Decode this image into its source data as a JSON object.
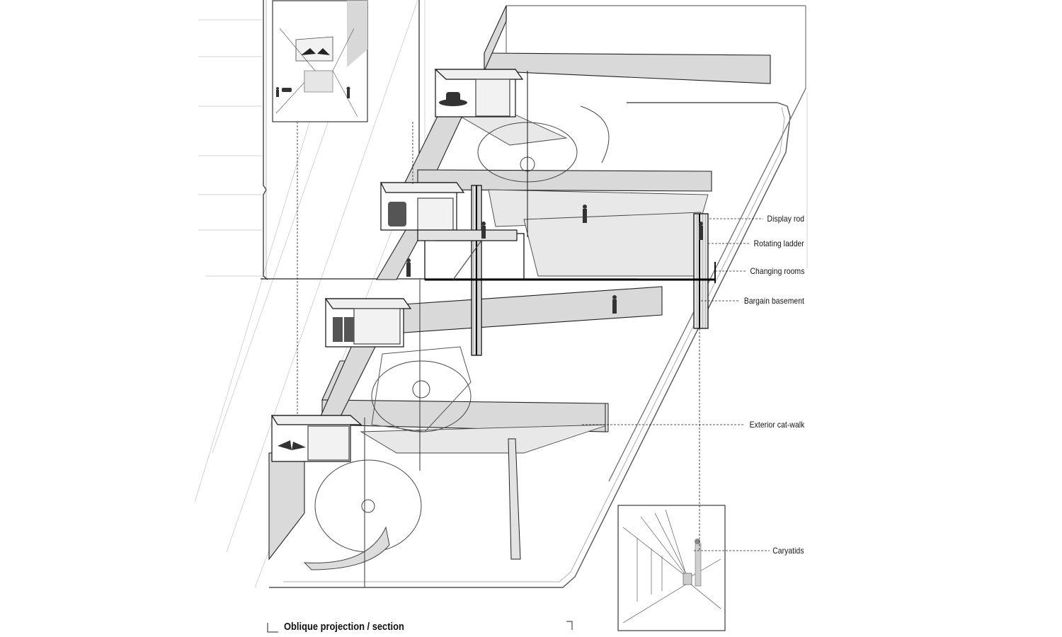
{
  "callouts": {
    "display_rod": "Display rod",
    "rotating_ladder": "Rotating ladder",
    "changing_rooms": "Changing rooms",
    "bargain_basement": "Bargain basement",
    "exterior_catwalk": "Exterior cat-walk",
    "caryatids": "Caryatids"
  },
  "title": "Oblique projection / section",
  "colors": {
    "ink": "#1a1a1a",
    "fill": "#d9d9d9",
    "light": "#9a9a9a",
    "paper": "#ffffff"
  }
}
